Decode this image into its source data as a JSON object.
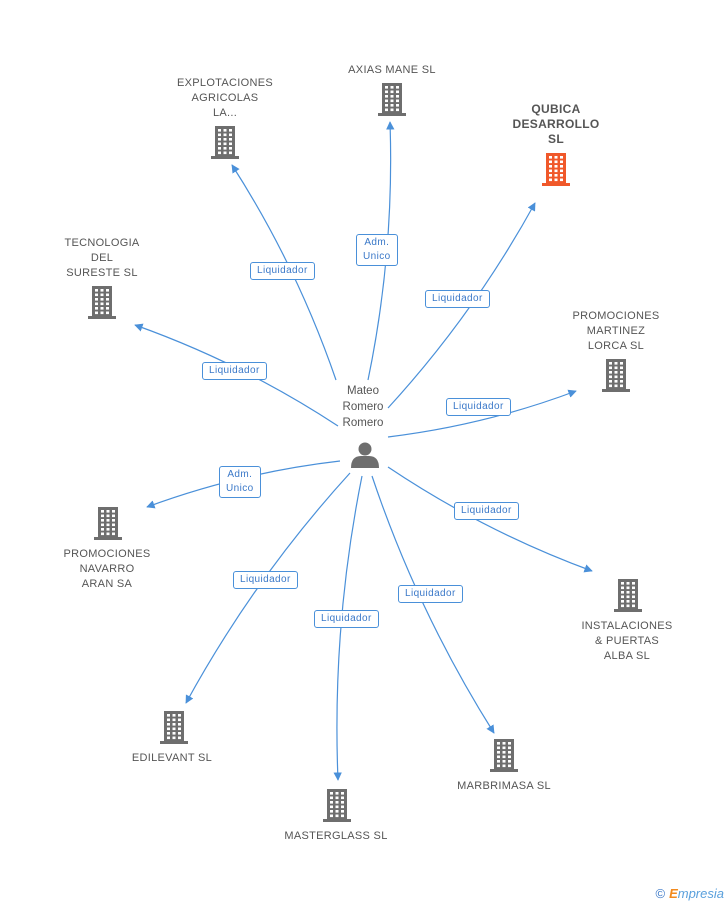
{
  "center": {
    "name": "Mateo\nRomero\nRomero",
    "icon": "person-icon"
  },
  "colors": {
    "edge": "#4a90d9",
    "building": "#6e6e6e",
    "highlight": "#f0582a",
    "text": "#555555"
  },
  "nodes": [
    {
      "id": "axias",
      "name": "AXIAS MANE SL",
      "icon": "building-icon",
      "highlight": false
    },
    {
      "id": "explotaciones",
      "name": "EXPLOTACIONES\nAGRICOLAS\nLA...",
      "icon": "building-icon",
      "highlight": false
    },
    {
      "id": "qubica",
      "name": "QUBICA\nDESARROLLO\nSL",
      "icon": "building-icon",
      "highlight": true
    },
    {
      "id": "tecnologia",
      "name": "TECNOLOGIA\nDEL\nSURESTE SL",
      "icon": "building-icon",
      "highlight": false
    },
    {
      "id": "promo_martinez",
      "name": "PROMOCIONES\nMARTINEZ\nLORCA SL",
      "icon": "building-icon",
      "highlight": false
    },
    {
      "id": "promo_navarro",
      "name": "PROMOCIONES\nNAVARRO\nARAN SA",
      "icon": "building-icon",
      "highlight": false
    },
    {
      "id": "instalaciones",
      "name": "INSTALACIONES\n& PUERTAS\nALBA SL",
      "icon": "building-icon",
      "highlight": false
    },
    {
      "id": "edilevant",
      "name": "EDILEVANT SL",
      "icon": "building-icon",
      "highlight": false
    },
    {
      "id": "masterglass",
      "name": "MASTERGLASS SL",
      "icon": "building-icon",
      "highlight": false
    },
    {
      "id": "marbrimasa",
      "name": "MARBRIMASA SL",
      "icon": "building-icon",
      "highlight": false
    }
  ],
  "edges": [
    {
      "target": "axias",
      "label": "Adm.\nUnico"
    },
    {
      "target": "explotaciones",
      "label": "Liquidador"
    },
    {
      "target": "qubica",
      "label": "Liquidador"
    },
    {
      "target": "tecnologia",
      "label": "Liquidador"
    },
    {
      "target": "promo_martinez",
      "label": "Liquidador"
    },
    {
      "target": "promo_navarro",
      "label": "Adm.\nUnico"
    },
    {
      "target": "instalaciones",
      "label": "Liquidador"
    },
    {
      "target": "edilevant",
      "label": "Liquidador"
    },
    {
      "target": "masterglass",
      "label": "Liquidador"
    },
    {
      "target": "marbrimasa",
      "label": "Liquidador"
    }
  ],
  "footer": {
    "copyright": "©",
    "brand_first": "E",
    "brand_rest": "mpresia"
  }
}
